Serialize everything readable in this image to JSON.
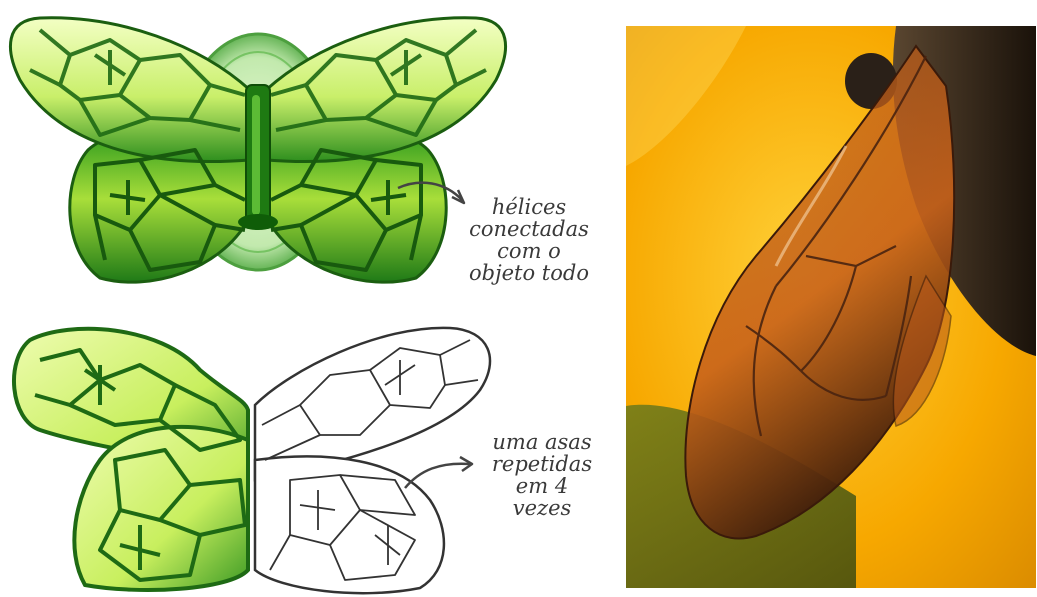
{
  "annotations": {
    "top": [
      "hélices",
      "conectadas",
      "com o",
      "objeto todo"
    ],
    "bottom": [
      "uma asas",
      "repetidas",
      "em 4 vezes"
    ]
  },
  "colors": {
    "leaf_light": "#eefcb0",
    "leaf_mid": "#a8de3a",
    "leaf_dark": "#1f7a17",
    "vein": "#1e6a14",
    "outline": "#333333",
    "photo_yellow": "#f5b400",
    "wing_orange": "#d2691e"
  },
  "icons": [
    "top-wing-model",
    "bottom-wing-sketch",
    "bee-wing-photo",
    "arrow-icon"
  ]
}
